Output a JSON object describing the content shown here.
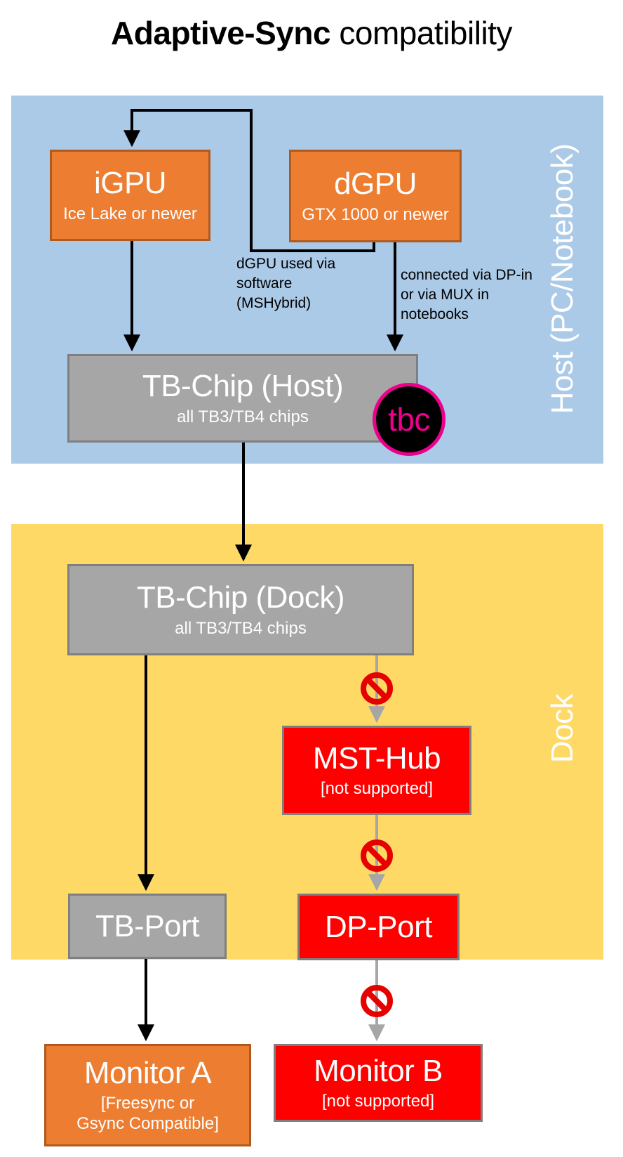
{
  "title": {
    "bold": "Adaptive-Sync",
    "rest": " compatibility"
  },
  "regions": {
    "host": {
      "label": "Host (PC/Notebook)",
      "bg_color": "#abcae8"
    },
    "dock": {
      "label": "Dock",
      "bg_color": "#ffd966"
    }
  },
  "nodes": {
    "igpu": {
      "title": "iGPU",
      "subtitle": "Ice Lake or newer",
      "fill": "#ed7d31"
    },
    "dgpu": {
      "title": "dGPU",
      "subtitle": "GTX 1000 or newer",
      "fill": "#ed7d31"
    },
    "host_chip": {
      "title": "TB-Chip (Host)",
      "subtitle": "all TB3/TB4 chips",
      "fill": "#a6a6a6"
    },
    "dock_chip": {
      "title": "TB-Chip (Dock)",
      "subtitle": "all TB3/TB4 chips",
      "fill": "#a6a6a6"
    },
    "mst_hub": {
      "title": "MST-Hub",
      "subtitle": "[not supported]",
      "fill": "#ff0000"
    },
    "tb_port": {
      "title": "TB-Port",
      "fill": "#a6a6a6"
    },
    "dp_port": {
      "title": "DP-Port",
      "fill": "#ff0000"
    },
    "monitor_a": {
      "title": "Monitor A",
      "subtitle": "[Freesync or\nGsync Compatible]",
      "fill": "#ed7d31"
    },
    "monitor_b": {
      "title": "Monitor B",
      "subtitle": "[not supported]",
      "fill": "#ff0000"
    }
  },
  "badge": {
    "label": "tbc",
    "fill": "#000000",
    "accent": "#ec008c"
  },
  "annotations": {
    "mshybrid": {
      "lines": [
        "dGPU used via",
        "software",
        "(MSHybrid)"
      ]
    },
    "dpin": {
      "lines": [
        "connected via DP-in",
        "or via MUX in",
        "notebooks"
      ]
    }
  },
  "edges": [
    {
      "from": "dGPU",
      "to": "iGPU",
      "status": "ok",
      "label": "dGPU used via software (MSHybrid)"
    },
    {
      "from": "iGPU",
      "to": "TB-Chip (Host)",
      "status": "ok"
    },
    {
      "from": "dGPU",
      "to": "TB-Chip (Host)",
      "status": "ok",
      "label": "connected via DP-in or via MUX in notebooks"
    },
    {
      "from": "TB-Chip (Host)",
      "to": "TB-Chip (Dock)",
      "status": "ok"
    },
    {
      "from": "TB-Chip (Dock)",
      "to": "TB-Port",
      "status": "ok"
    },
    {
      "from": "TB-Chip (Dock)",
      "to": "MST-Hub",
      "status": "blocked"
    },
    {
      "from": "MST-Hub",
      "to": "DP-Port",
      "status": "blocked"
    },
    {
      "from": "TB-Port",
      "to": "Monitor A",
      "status": "ok"
    },
    {
      "from": "DP-Port",
      "to": "Monitor B",
      "status": "blocked"
    }
  ],
  "colors": {
    "arrow_black": "#000000",
    "arrow_gray": "#a6a6a6",
    "no_entry_red": "#e60000",
    "node_border_gray": "#7f7f7f",
    "node_border_orange": "#ae5a21"
  }
}
